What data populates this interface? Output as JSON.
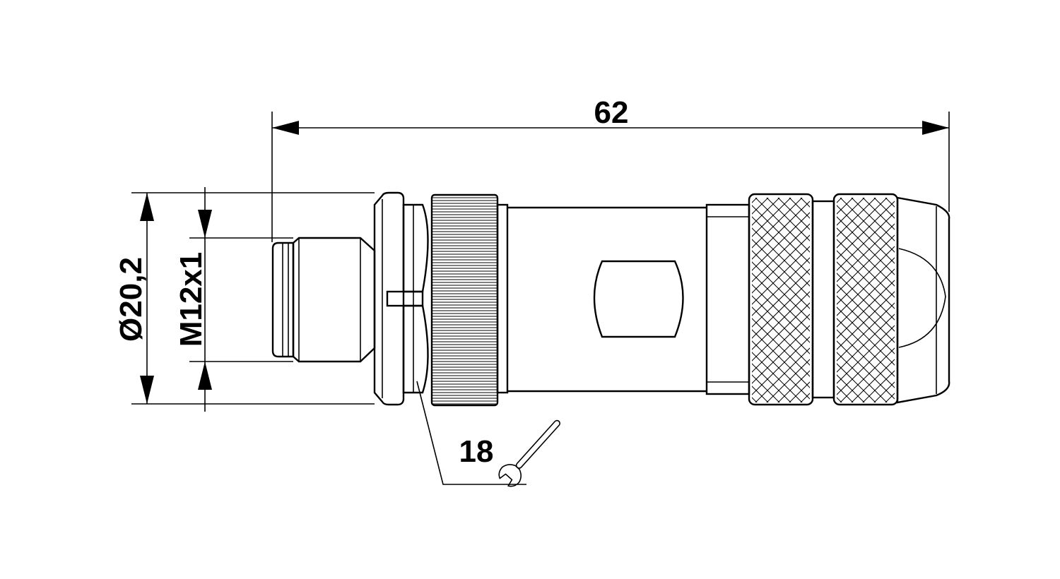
{
  "dimensions": {
    "overall_length": "62",
    "outer_diameter": "Ø20,2",
    "thread": "M12x1",
    "wrench_size": "18"
  },
  "icons": [
    "wrench-icon",
    "arrow-icon"
  ]
}
